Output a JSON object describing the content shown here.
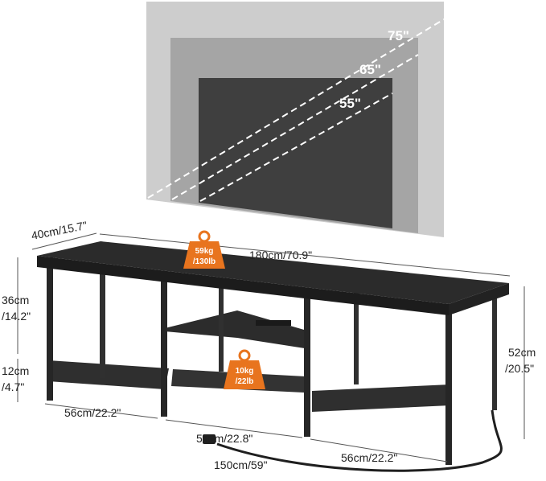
{
  "tv_sizes": {
    "large": "75\"",
    "medium": "65\"",
    "small": "55\""
  },
  "dimensions": {
    "depth": "40cm/15.7\"",
    "width": "180cm/70.9\"",
    "height_upper": {
      "line1": "36cm",
      "line2": "/14.2\""
    },
    "height_lower": {
      "line1": "12cm",
      "line2": "/4.7\""
    },
    "total_height": {
      "line1": "52cm",
      "line2": "/20.5\""
    },
    "left_section": "56cm/22.2\"",
    "middle_section": "58cm/22.8\"",
    "right_section": "56cm/22.2\"",
    "cable_length": "150cm/59\""
  },
  "load_badges": {
    "top": {
      "line1": "59kg",
      "line2": "/130lb"
    },
    "shelf": {
      "line1": "10kg",
      "line2": "/22lb"
    }
  },
  "colors": {
    "badge": "#e8741e",
    "tv_large": "#cdcdcd",
    "tv_medium": "#a8a8a8",
    "tv_small": "#3f3f3f",
    "stand": "#2b2b2b"
  }
}
